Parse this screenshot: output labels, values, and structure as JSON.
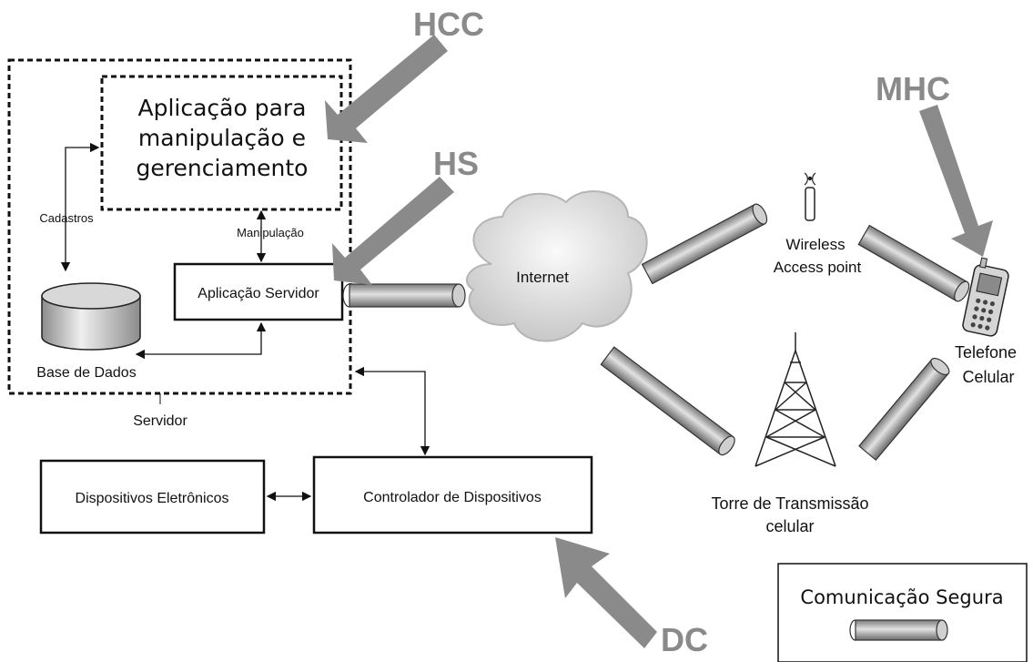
{
  "server": {
    "app_manip_lines": [
      "Aplicação para",
      "manipulação e",
      "gerenciamento"
    ],
    "cadastros": "Cadastros",
    "manipulacao": "Manipulação",
    "app_server": "Aplicação Servidor",
    "database": "Base de Dados",
    "server_label": "Servidor"
  },
  "devices": {
    "electronic": "Dispositivos Eletrônicos",
    "controller": "Controlador de Dispositivos"
  },
  "network": {
    "internet": "Internet",
    "wireless_lines": [
      "Wireless",
      "Access point"
    ],
    "phone_lines": [
      "Telefone",
      "Celular"
    ],
    "tower_lines": [
      "Torre de Transmissão",
      "celular"
    ]
  },
  "threats": {
    "hcc": "HCC",
    "hs": "HS",
    "mhc": "MHC",
    "dc": "DC"
  },
  "legend": {
    "title": "Comunicação Segura"
  },
  "colors": {
    "arrow_gray": "#8a8a8a",
    "pipe_dark": "#6f6f6f",
    "pipe_light": "#d9d9d9"
  }
}
